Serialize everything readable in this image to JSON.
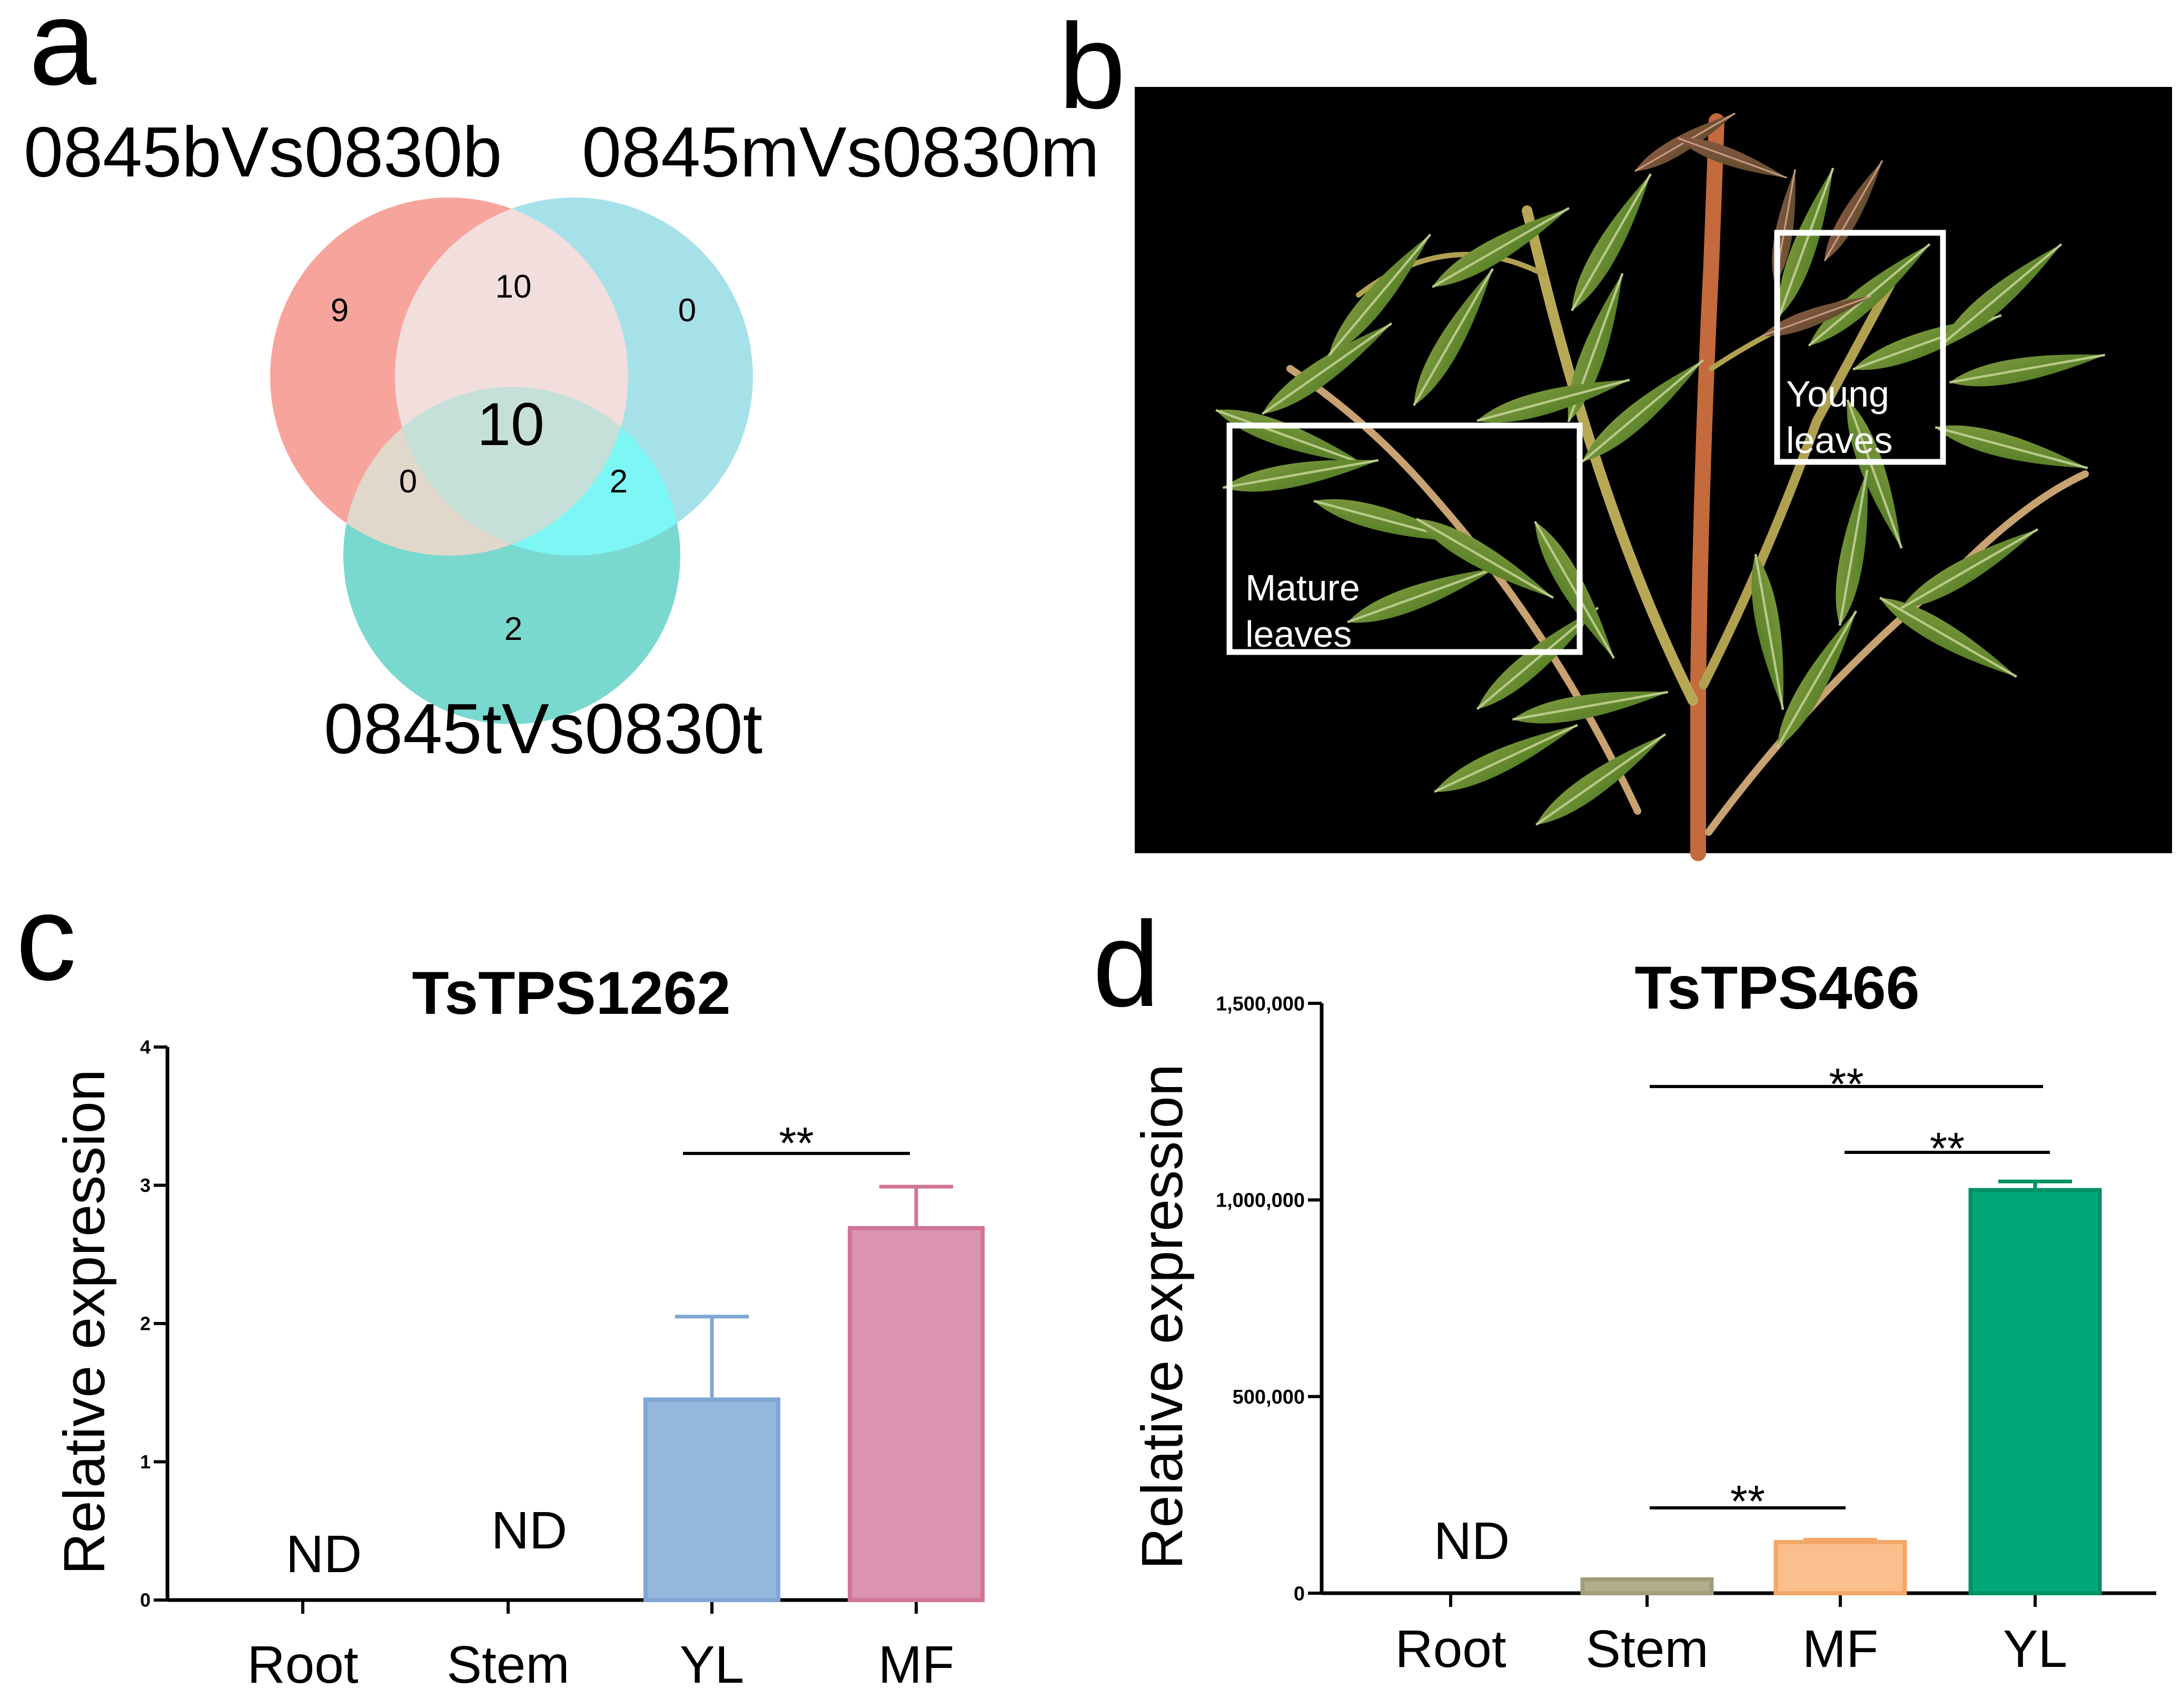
{
  "panels": {
    "a": "a",
    "b": "b",
    "c": "c",
    "d": "d"
  },
  "venn": {
    "set_labels": [
      "0845bVs0830b",
      "0845mVs0830m",
      "0845tVs0830t"
    ],
    "regions": {
      "b_only": "9",
      "m_only": "0",
      "t_only": "2",
      "b_m": "10",
      "b_t": "0",
      "m_t": "2",
      "b_m_t": "10"
    },
    "colors": {
      "b": "#f7a59c",
      "m": "#a6e1ea",
      "t": "#79d9cf",
      "b_m": "#f2dedc",
      "b_t": "#e2d7cb",
      "m_t": "#7df7f5",
      "b_m_t": "#c5dfd9"
    }
  },
  "photo": {
    "young_label_1": "Young",
    "young_label_2": "leaves",
    "mature_label_1": "Mature",
    "mature_label_2": "leaves"
  },
  "chart_data": [
    {
      "type": "bar",
      "title": "TsTPS1262",
      "xlabel": "",
      "ylabel": "Relative expression",
      "ylim": [
        0,
        4
      ],
      "yticks": [
        "0",
        "1",
        "2",
        "3",
        "4"
      ],
      "categories": [
        "Root",
        "Stem",
        "YL",
        "MF"
      ],
      "values": [
        null,
        null,
        1.45,
        2.69
      ],
      "errors": [
        null,
        null,
        0.6,
        0.3
      ],
      "nd_labels": [
        "ND",
        "ND",
        "",
        ""
      ],
      "colors": [
        "#9bbfe0",
        "#9bbfe0",
        "#93b8dc",
        "#db93b0"
      ],
      "edge_colors": [
        "#7ea7d3",
        "#7ea7d3",
        "#7ea7d3",
        "#cf7598"
      ],
      "significance": [
        {
          "from": "YL",
          "to": "MF",
          "label": "**"
        }
      ]
    },
    {
      "type": "bar",
      "title": "TsTPS466",
      "xlabel": "",
      "ylabel": "Relative expression",
      "ylim": [
        0,
        1500000
      ],
      "yticks": [
        "0",
        "500,000",
        "1,000,000",
        "1,500,000"
      ],
      "categories": [
        "Root",
        "Stem",
        "MF",
        "YL"
      ],
      "values": [
        null,
        35000,
        130000,
        1025000
      ],
      "errors": [
        null,
        0,
        6000,
        22000
      ],
      "nd_labels": [
        "ND",
        "",
        "",
        ""
      ],
      "colors": [
        "#b4ad8c",
        "#b4ad8c",
        "#fbbf8d",
        "#00a878"
      ],
      "edge_colors": [
        "#a39c78",
        "#a39c78",
        "#f2a668",
        "#009066"
      ],
      "significance": [
        {
          "from": "Stem",
          "to": "MF",
          "label": "**"
        },
        {
          "from": "MF",
          "to": "YL",
          "label": "**"
        },
        {
          "from": "Stem",
          "to": "YL",
          "label": "**"
        }
      ]
    }
  ]
}
